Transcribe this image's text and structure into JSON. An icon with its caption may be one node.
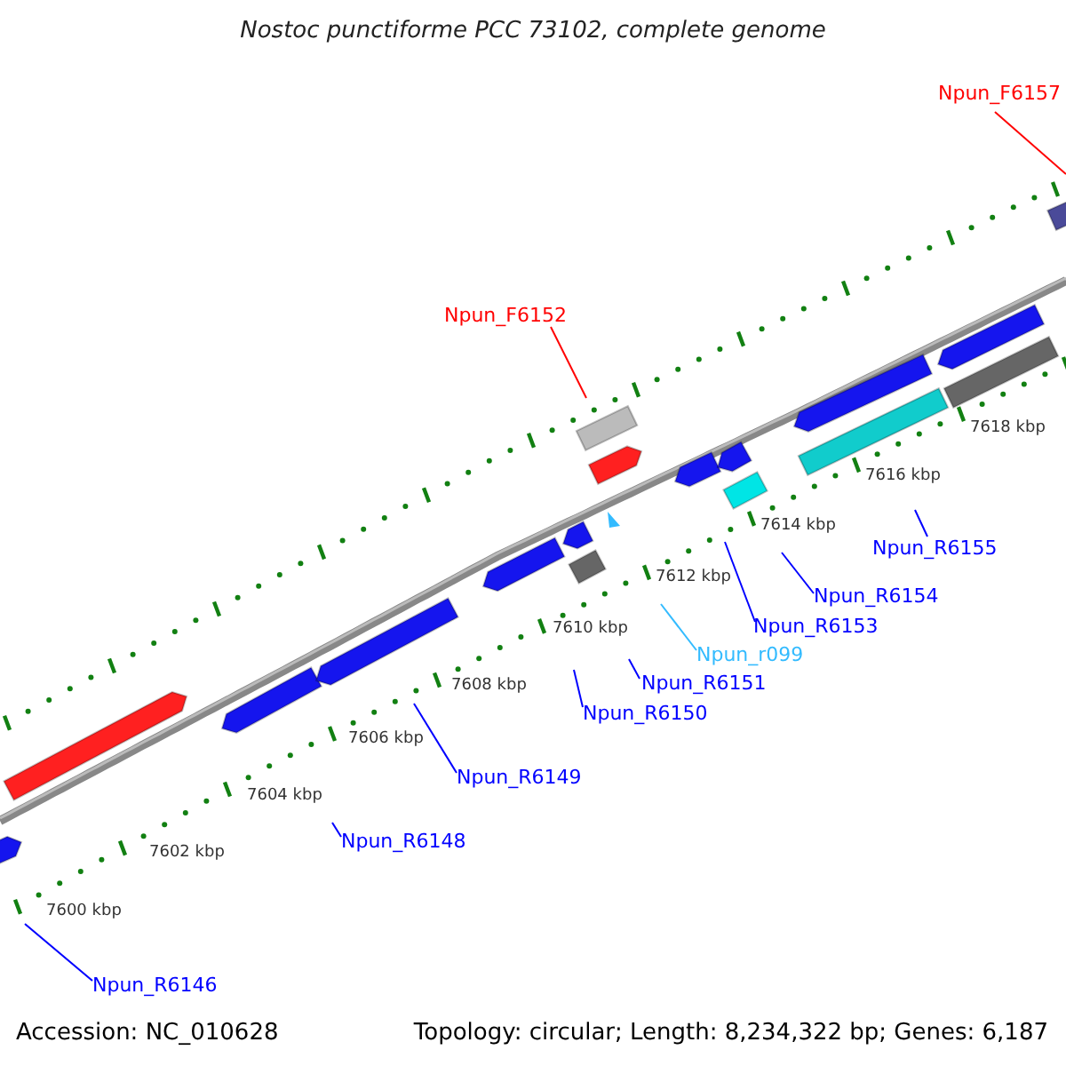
{
  "diagram": {
    "title": "Nostoc punctiforme PCC 73102, complete genome",
    "nodes": [
      {
        "text": [
          "Npun_F6157"
        ]
      },
      {
        "text": [
          "Npun_F6152"
        ]
      },
      {
        "text": [
          "Npun_R6155"
        ]
      },
      {
        "text": [
          "Npun_R6154"
        ]
      },
      {
        "text": [
          "Npun_R6153"
        ]
      },
      {
        "text": [
          "Npun_r099"
        ]
      },
      {
        "text": [
          "Npun_R6151"
        ]
      },
      {
        "text": [
          "Npun_R6150"
        ]
      },
      {
        "text": [
          "Npun_R6149"
        ]
      },
      {
        "text": [
          "Npun_R6148"
        ]
      },
      {
        "text": [
          "Npun_R6146"
        ]
      }
    ],
    "edges": [
      {
        "from": 0,
        "to": null,
        "arrow": "none",
        "color": "#ff0000"
      },
      {
        "from": 1,
        "to": null,
        "arrow": "none",
        "color": "#ff0000"
      },
      {
        "from": 2,
        "to": null,
        "arrow": "none"
      },
      {
        "from": 3,
        "to": null,
        "arrow": "none"
      },
      {
        "from": 4,
        "to": null,
        "arrow": "none"
      },
      {
        "from": 5,
        "to": null,
        "arrow": "none",
        "color": "#33bbff"
      },
      {
        "from": 6,
        "to": null,
        "arrow": "none"
      },
      {
        "from": 7,
        "to": null,
        "arrow": "none"
      },
      {
        "from": 8,
        "to": null,
        "arrow": "none"
      },
      {
        "from": 9,
        "to": null,
        "arrow": "none"
      },
      {
        "from": 10,
        "to": null,
        "arrow": "none"
      }
    ],
    "labels": [
      "7618 kbp",
      "7616 kbp",
      "7614 kbp",
      "7612 kbp",
      "7610 kbp",
      "7608 kbp",
      "7606 kbp",
      "7604 kbp",
      "7602 kbp",
      "7600 kbp",
      "Accession: NC_010628",
      "Topology: circular; Length: 8,234,322 bp; Genes: 6,187"
    ]
  }
}
